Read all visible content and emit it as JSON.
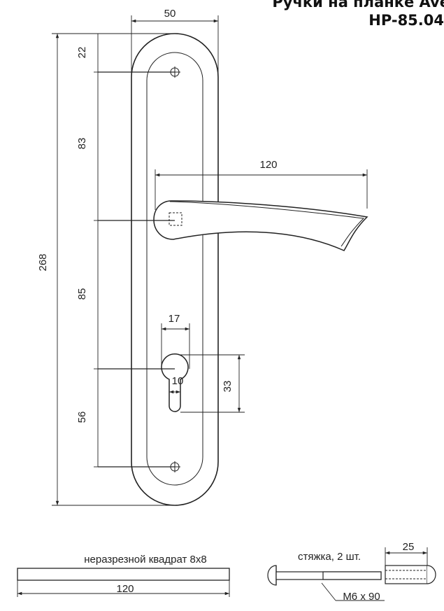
{
  "title": {
    "line1": "Ручки на планке Ave",
    "line2": "HP-85.04"
  },
  "dimensions": {
    "plate_width": "50",
    "total_height": "268",
    "top_to_hole": "22",
    "hole_to_handle": "83",
    "handle_to_cylinder": "85",
    "cylinder_to_hole": "56",
    "lever_length": "120",
    "cylinder_width": "17",
    "cylinder_slot": "10",
    "cylinder_height": "33"
  },
  "spindle": {
    "label": "неразрезной квадрат 8х8",
    "length": "120"
  },
  "bolts": {
    "label": "стяжка, 2 шт.",
    "size": "М6 х 90",
    "sleeve_length": "25"
  }
}
